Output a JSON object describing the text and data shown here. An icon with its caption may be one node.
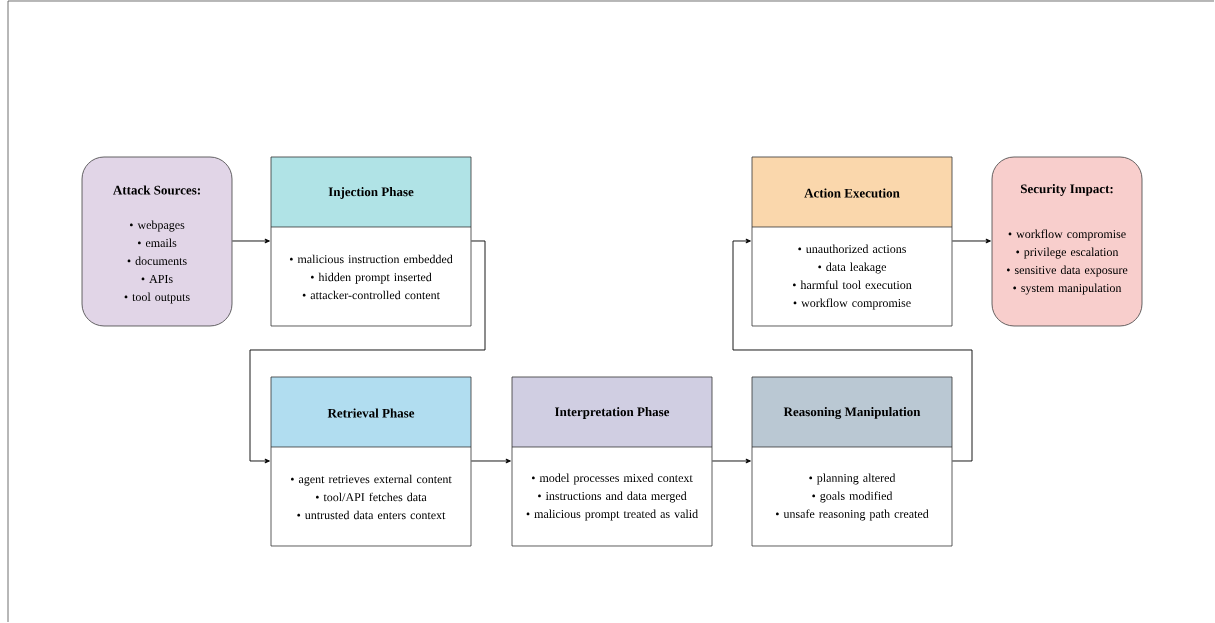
{
  "diagram": {
    "nodes": [
      {
        "text": [
          "Attack Sources:",
          "• webpages",
          "• emails",
          "• documents",
          "• APIs",
          "• tool outputs"
        ]
      },
      {
        "text": [
          "Injection Phase",
          "• malicious instruction embedded",
          "• hidden prompt inserted",
          "• attacker-controlled content"
        ]
      },
      {
        "text": [
          "Retrieval Phase",
          "• agent retrieves external content",
          "• tool/API fetches data",
          "• untrusted data enters context"
        ]
      },
      {
        "text": [
          "Interpretation Phase",
          "• model processes mixed context",
          "• instructions and data merged",
          "• malicious prompt treated as valid"
        ]
      },
      {
        "text": [
          "Reasoning Manipulation",
          "• planning altered",
          "• goals modified",
          "• unsafe reasoning path created"
        ]
      },
      {
        "text": [
          "Action Execution",
          "• unauthorized actions",
          "• data leakage",
          "• harmful tool execution",
          "• workflow compromise"
        ]
      },
      {
        "text": [
          "Security Impact:",
          "• workflow compromise",
          "• privilege escalation",
          "• sensitive data exposure",
          "• system manipulation"
        ]
      }
    ],
    "edges": [
      {
        "from": 0,
        "to": 1,
        "arrow": "to"
      },
      {
        "from": 1,
        "to": 2,
        "arrow": "to"
      },
      {
        "from": 2,
        "to": 3,
        "arrow": "to"
      },
      {
        "from": 3,
        "to": 4,
        "arrow": "to"
      },
      {
        "from": 4,
        "to": 5,
        "arrow": "to"
      },
      {
        "from": 5,
        "to": 6,
        "arrow": "to"
      }
    ]
  }
}
